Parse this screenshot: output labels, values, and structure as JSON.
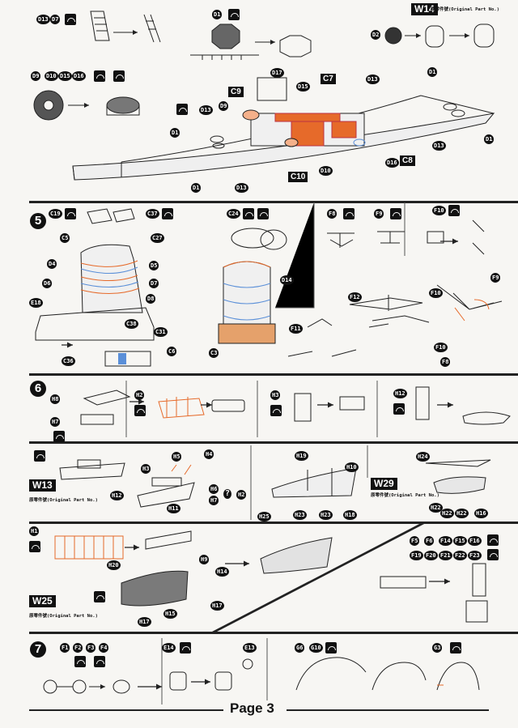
{
  "page": {
    "label": "Page 3"
  },
  "steps": [
    "5",
    "6",
    "7"
  ],
  "original_part_note": "原零件號(Original Part No.)",
  "w_tags": {
    "w14": "W14",
    "w13": "W13",
    "w29": "W29",
    "w25": "W25"
  },
  "c_tags": {
    "c7": "C7",
    "c8": "C8",
    "c9": "C9",
    "c10": "C10"
  },
  "callouts": {
    "sec_top": [
      "D13",
      "D7",
      "D1",
      "D2",
      "D9",
      "D10",
      "D15",
      "D16",
      "D17",
      "D15",
      "D13",
      "D1",
      "D1",
      "D13",
      "D1",
      "D13",
      "D1",
      "D9",
      "D10",
      "D16",
      "D13"
    ],
    "sec5": [
      "C19",
      "C37",
      "C24",
      "F8",
      "F9",
      "F10",
      "C5",
      "C27",
      "D4",
      "D5",
      "D6",
      "D7",
      "E18",
      "D8",
      "C38",
      "C31",
      "C36",
      "C6",
      "C3",
      "D14",
      "F10",
      "F9",
      "F12",
      "F11",
      "F10",
      "F8"
    ],
    "sec6a": [
      "H8",
      "H7",
      "H2",
      "H3",
      "H12"
    ],
    "sec6b": [
      "H3",
      "H5",
      "H4",
      "H12",
      "H11",
      "H6",
      "H7",
      "H2",
      "H19",
      "H10",
      "H25",
      "H23",
      "H23",
      "H18",
      "H24",
      "H22",
      "H22",
      "H22",
      "H16"
    ],
    "sec6c": [
      "H1",
      "H20",
      "H9",
      "H14",
      "H17",
      "H15",
      "H17",
      "F5",
      "F6",
      "F14",
      "F15",
      "F16",
      "F19",
      "F20",
      "F21",
      "F22",
      "F23"
    ],
    "sec7": [
      "F1",
      "F2",
      "F3",
      "F4",
      "E14",
      "E13",
      "G6",
      "G10",
      "G3"
    ]
  }
}
